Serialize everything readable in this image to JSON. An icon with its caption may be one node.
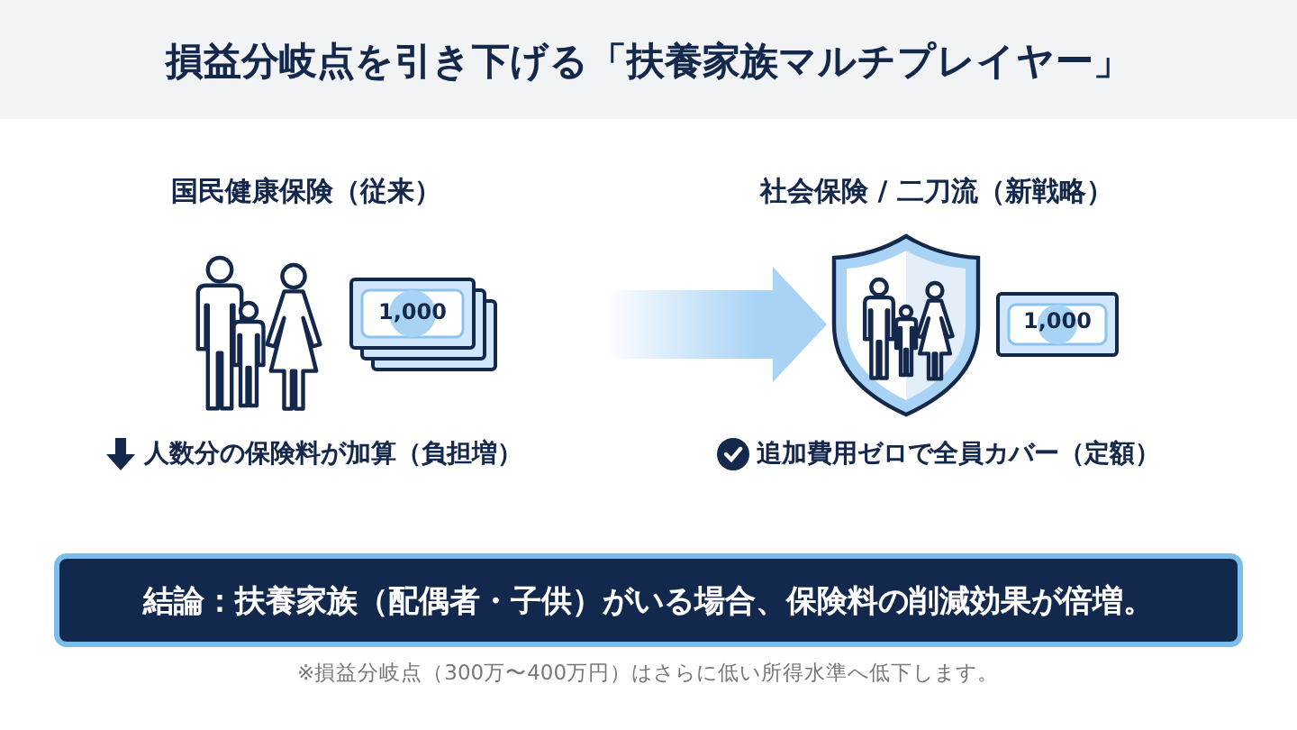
{
  "diagram": {
    "title": "損益分岐点を引き下げる「扶養家族マルチプレイヤー」",
    "nodes": [
      {
        "text": [],
        "shape": "picture"
      },
      {
        "text": [],
        "shape": "picture"
      },
      {
        "text": [
          "結論：扶養家族（配偶者・子供）がいる場合、保険料の削減効果が倍増。"
        ]
      }
    ],
    "edges": [
      {
        "from": 0,
        "to": 1,
        "arrow": "to",
        "style": "thick"
      }
    ],
    "labels": [
      "国民健康保険（従来）",
      "社会保険 / 二刀流（新戦略）",
      "1,000",
      "1,000",
      "人数分の保険料が加算（負担増）",
      "追加費用ゼロで全員カバー（定額）",
      "※損益分岐点（300万〜400万円）はさらに低い所得水準へ低下します。"
    ]
  }
}
